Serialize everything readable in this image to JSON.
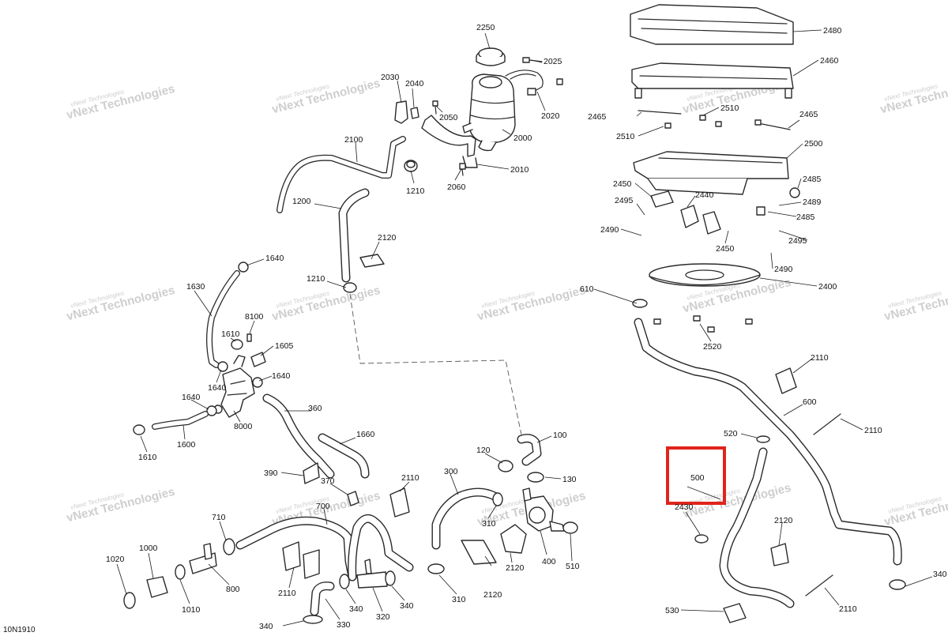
{
  "watermark": {
    "line1": "vNext Technologies",
    "line2": "vNext Technologies"
  },
  "figure_code": "10N1910",
  "highlight": {
    "part": "500"
  },
  "callouts": [
    {
      "id": "2250",
      "label": "2250"
    },
    {
      "id": "2025",
      "label": "2025"
    },
    {
      "id": "2030",
      "label": "2030"
    },
    {
      "id": "2040",
      "label": "2040"
    },
    {
      "id": "2050",
      "label": "2050"
    },
    {
      "id": "2020",
      "label": "2020"
    },
    {
      "id": "2000",
      "label": "2000"
    },
    {
      "id": "2100",
      "label": "2100"
    },
    {
      "id": "1210a",
      "label": "1210"
    },
    {
      "id": "2060",
      "label": "2060"
    },
    {
      "id": "2010",
      "label": "2010"
    },
    {
      "id": "1200",
      "label": "1200"
    },
    {
      "id": "2120a",
      "label": "2120"
    },
    {
      "id": "1640a",
      "label": "1640"
    },
    {
      "id": "1210b",
      "label": "1210"
    },
    {
      "id": "1630",
      "label": "1630"
    },
    {
      "id": "8100",
      "label": "8100"
    },
    {
      "id": "1610a",
      "label": "1610"
    },
    {
      "id": "1605",
      "label": "1605"
    },
    {
      "id": "1640b",
      "label": "1640"
    },
    {
      "id": "1640c",
      "label": "1640"
    },
    {
      "id": "1640d",
      "label": "1640"
    },
    {
      "id": "8000",
      "label": "8000"
    },
    {
      "id": "360",
      "label": "360"
    },
    {
      "id": "1610b",
      "label": "1610"
    },
    {
      "id": "1600",
      "label": "1600"
    },
    {
      "id": "1660",
      "label": "1660"
    },
    {
      "id": "100",
      "label": "100"
    },
    {
      "id": "120",
      "label": "120"
    },
    {
      "id": "130",
      "label": "130"
    },
    {
      "id": "390",
      "label": "390"
    },
    {
      "id": "370",
      "label": "370"
    },
    {
      "id": "2110a",
      "label": "2110"
    },
    {
      "id": "300",
      "label": "300"
    },
    {
      "id": "700",
      "label": "700"
    },
    {
      "id": "710",
      "label": "710"
    },
    {
      "id": "310a",
      "label": "310"
    },
    {
      "id": "400",
      "label": "400"
    },
    {
      "id": "510",
      "label": "510"
    },
    {
      "id": "1000",
      "label": "1000"
    },
    {
      "id": "1020",
      "label": "1020"
    },
    {
      "id": "800",
      "label": "800"
    },
    {
      "id": "1010",
      "label": "1010"
    },
    {
      "id": "2110b",
      "label": "2110"
    },
    {
      "id": "2120b",
      "label": "2120"
    },
    {
      "id": "340a",
      "label": "340"
    },
    {
      "id": "320",
      "label": "320"
    },
    {
      "id": "340b",
      "label": "340"
    },
    {
      "id": "310b",
      "label": "310"
    },
    {
      "id": "2120c",
      "label": "2120"
    },
    {
      "id": "330",
      "label": "330"
    },
    {
      "id": "340c",
      "label": "340"
    },
    {
      "id": "2480",
      "label": "2480"
    },
    {
      "id": "2460",
      "label": "2460"
    },
    {
      "id": "2510a",
      "label": "2510"
    },
    {
      "id": "2465a",
      "label": "2465"
    },
    {
      "id": "2465b",
      "label": "2465"
    },
    {
      "id": "2510b",
      "label": "2510"
    },
    {
      "id": "2500",
      "label": "2500"
    },
    {
      "id": "2450a",
      "label": "2450"
    },
    {
      "id": "2485a",
      "label": "2485"
    },
    {
      "id": "2495a",
      "label": "2495"
    },
    {
      "id": "2440",
      "label": "2440"
    },
    {
      "id": "2489",
      "label": "2489"
    },
    {
      "id": "2485b",
      "label": "2485"
    },
    {
      "id": "2490a",
      "label": "2490"
    },
    {
      "id": "2495b",
      "label": "2495"
    },
    {
      "id": "2450b",
      "label": "2450"
    },
    {
      "id": "2490b",
      "label": "2490"
    },
    {
      "id": "2400",
      "label": "2400"
    },
    {
      "id": "610",
      "label": "610"
    },
    {
      "id": "2520",
      "label": "2520"
    },
    {
      "id": "2110c",
      "label": "2110"
    },
    {
      "id": "600",
      "label": "600"
    },
    {
      "id": "2110d",
      "label": "2110"
    },
    {
      "id": "520",
      "label": "520"
    },
    {
      "id": "500",
      "label": "500"
    },
    {
      "id": "2430",
      "label": "2430"
    },
    {
      "id": "2120d",
      "label": "2120"
    },
    {
      "id": "340d",
      "label": "340"
    },
    {
      "id": "530",
      "label": "530"
    },
    {
      "id": "2110e",
      "label": "2110"
    }
  ]
}
